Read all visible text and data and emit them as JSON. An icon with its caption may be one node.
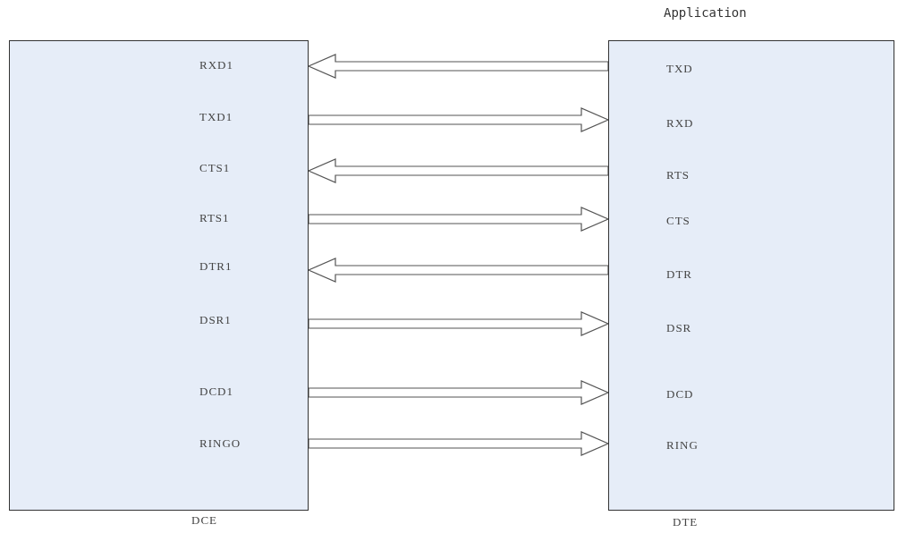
{
  "diagram": {
    "nodes": [
      {
        "text": [],
        "shape": "box",
        "beside": [
          "DCE"
        ]
      },
      {
        "text": [
          "RXD1"
        ],
        "in": 0
      },
      {
        "text": [
          "TXD1"
        ],
        "in": 0
      },
      {
        "text": [
          "CTS1"
        ],
        "in": 0
      },
      {
        "text": [
          "RTS1"
        ],
        "in": 0
      },
      {
        "text": [
          "DTR1"
        ],
        "in": 0
      },
      {
        "text": [
          "DSR1"
        ],
        "in": 0
      },
      {
        "text": [
          "DCD1"
        ],
        "in": 0
      },
      {
        "text": [
          "RINGO"
        ],
        "in": 0
      },
      {
        "text": [
          "Application"
        ],
        "beside": [
          "DTE"
        ]
      },
      {
        "text": [
          "TXD"
        ],
        "in": 9
      },
      {
        "text": [
          "RXD"
        ],
        "in": 9
      },
      {
        "text": [
          "RTS"
        ],
        "in": 9
      },
      {
        "text": [
          "CTS"
        ],
        "in": 9
      },
      {
        "text": [
          "DTR"
        ],
        "in": 9
      },
      {
        "text": [
          "DSR"
        ],
        "in": 9
      },
      {
        "text": [
          "DCD"
        ],
        "in": 9
      },
      {
        "text": [
          "RING"
        ],
        "in": 9
      }
    ],
    "edges": [
      {
        "from": 10,
        "to": 1,
        "arrow": "to"
      },
      {
        "from": 2,
        "to": 11,
        "arrow": "to"
      },
      {
        "from": 12,
        "to": 3,
        "arrow": "to"
      },
      {
        "from": 4,
        "to": 13,
        "arrow": "to"
      },
      {
        "from": 14,
        "to": 5,
        "arrow": "to"
      },
      {
        "from": 6,
        "to": 15,
        "arrow": "to"
      },
      {
        "from": 7,
        "to": 16,
        "arrow": "to"
      },
      {
        "from": 8,
        "to": 17,
        "arrow": "to"
      }
    ]
  }
}
